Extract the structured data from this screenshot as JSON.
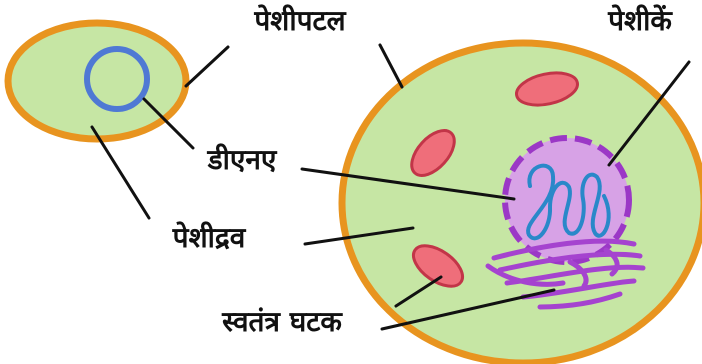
{
  "labels": {
    "cell_membrane": "पेशीपटल",
    "organelles": "पेशीकें",
    "dna": "डीएनए",
    "cytoplasm": "पेशीद्रव",
    "free_components": "स्वतंत्र घटक"
  },
  "colors": {
    "membrane": "#e8941f",
    "cytoplasm": "#c6e6a4",
    "dna_ring": "#4f79d4",
    "nucleus_fill": "#d7a2e6",
    "nucleus_border": "#9b38c6",
    "dna_strand": "#2a88c9",
    "organelle_fill": "#ef6e7a",
    "organelle_border": "#c23548",
    "golgi": "#a543cf",
    "leader_line": "#111111"
  }
}
